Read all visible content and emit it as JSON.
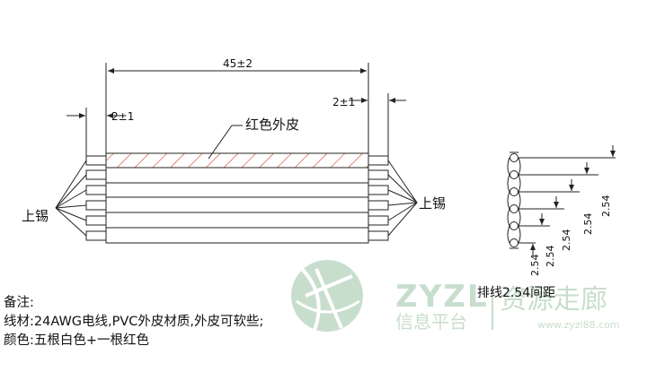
{
  "drawing": {
    "dim_total": "45±2",
    "dim_left_strip": "2±1",
    "dim_right_strip": "2±1",
    "label_jacket": "红色外皮",
    "label_tin_left": "上锡",
    "label_tin_right": "上锡",
    "pitch_values": [
      "2.54",
      "2.54",
      "2.54",
      "2.54",
      "2.54"
    ],
    "pitch_caption": "排线2.54间距",
    "colors": {
      "line": "#222222",
      "jacket_hatch": "#d33a2a",
      "watermark": "#8fb89a"
    }
  },
  "notes": {
    "heading": "备注:",
    "line_wire": "线材:24AWG电线,PVC外皮材质,外皮可软些;",
    "line_color": "颜色:五根白色+一根红色"
  },
  "watermark": {
    "brand_latin": "ZYZL",
    "brand_cn_left": "信息平台",
    "brand_cn_right": "资源走廊",
    "url": "www.zyzl88.com"
  }
}
